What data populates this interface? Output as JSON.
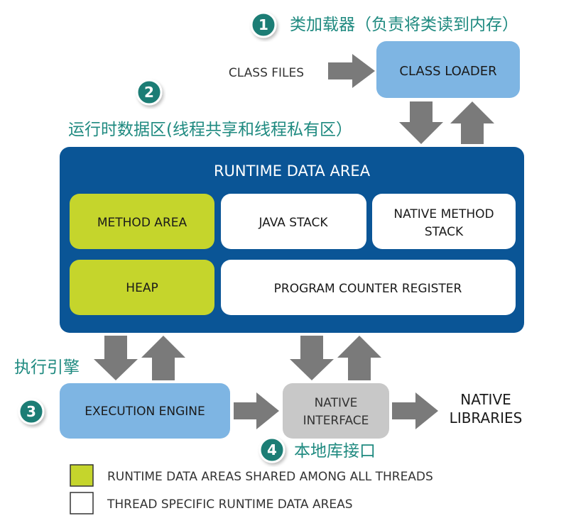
{
  "colors": {
    "teal": "#1f8a80",
    "badge": "#1e7d74",
    "runtime_bg": "#0a5596",
    "loader_bg": "#7eb5e3",
    "lime": "#c5d52c",
    "arrow": "#7a7a7a",
    "native_bg": "#c8c8c8"
  },
  "annotations": {
    "a1": {
      "number": "1",
      "text": "类加载器（负责将类读到内存）"
    },
    "a2": {
      "number": "2",
      "text": "运行时数据区(线程共享和线程私有区）"
    },
    "a3": {
      "number": "3",
      "text": "执行引擎"
    },
    "a4": {
      "number": "4",
      "text": "本地库接口"
    }
  },
  "boxes": {
    "class_files": "CLASS FILES",
    "class_loader": "CLASS LOADER",
    "runtime_title": "RUNTIME DATA AREA",
    "method_area": "METHOD AREA",
    "java_stack": "JAVA STACK",
    "native_method_stack": [
      "NATIVE METHOD",
      "STACK"
    ],
    "heap": "HEAP",
    "pc_register": "PROGRAM COUNTER REGISTER",
    "execution_engine": "EXECUTION ENGINE",
    "native_interface": [
      "NATIVE",
      "INTERFACE"
    ],
    "native_libraries": [
      "NATIVE",
      "LIBRARIES"
    ]
  },
  "legend": {
    "shared": "RUNTIME DATA AREAS SHARED AMONG ALL THREADS",
    "thread": "THREAD SPECIFIC RUNTIME DATA AREAS"
  }
}
